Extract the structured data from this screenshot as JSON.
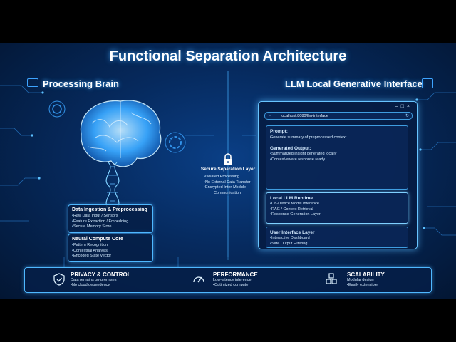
{
  "title": "Functional Separation Architecture",
  "left": {
    "title": "Processing Brain",
    "ingestion": {
      "title": "Data Ingestion & Preprocessing",
      "items": [
        "Raw Data Input / Sensors",
        "Feature Extraction / Embedding",
        "Secure Memory Store"
      ]
    },
    "neural": {
      "title": "Neural Compute Core",
      "items": [
        "Pattern Recognition",
        "Contextual Analysis",
        "Encoded State Vector"
      ]
    }
  },
  "middle": {
    "title": "Secure Separation Layer",
    "items": [
      "Isolated Processing",
      "No External Data Transfer",
      "Encrypted Inter-Module"
    ],
    "items_cont": "Communication"
  },
  "right": {
    "title": "LLM Local Generative Interface",
    "browser": {
      "url": "localhost:8080/llm-interface",
      "prompt_label": "Prompt:",
      "prompt_text": "Generate summary of preprocessed context...",
      "output_label": "Generated Output:",
      "output_items": [
        "Summarized insight generated locally",
        "Context-aware response ready"
      ],
      "runtime_title": "Local LLM Runtime",
      "runtime_items": [
        "On-Device Model Inference",
        "RAG / Context Retrieval",
        "Response Generation Layer"
      ],
      "ui_title": "User Interface Layer",
      "ui_items": [
        "Interactive Dashboard",
        "Safe Output Filtering"
      ]
    }
  },
  "footer": {
    "privacy": {
      "title": "PRIVACY & CONTROL",
      "line1": "Data remains on-premises",
      "line2": "No cloud dependency"
    },
    "performance": {
      "title": "PERFORMANCE",
      "line1": "Low-latency inference",
      "line2": "Optimized compute"
    },
    "scalability": {
      "title": "SCALABILITY",
      "line1": "Modular design",
      "line2": "Easily extensible"
    }
  },
  "colors": {
    "accent": "#49b6ff",
    "background": "#062a5e",
    "panel": "#061e46"
  }
}
